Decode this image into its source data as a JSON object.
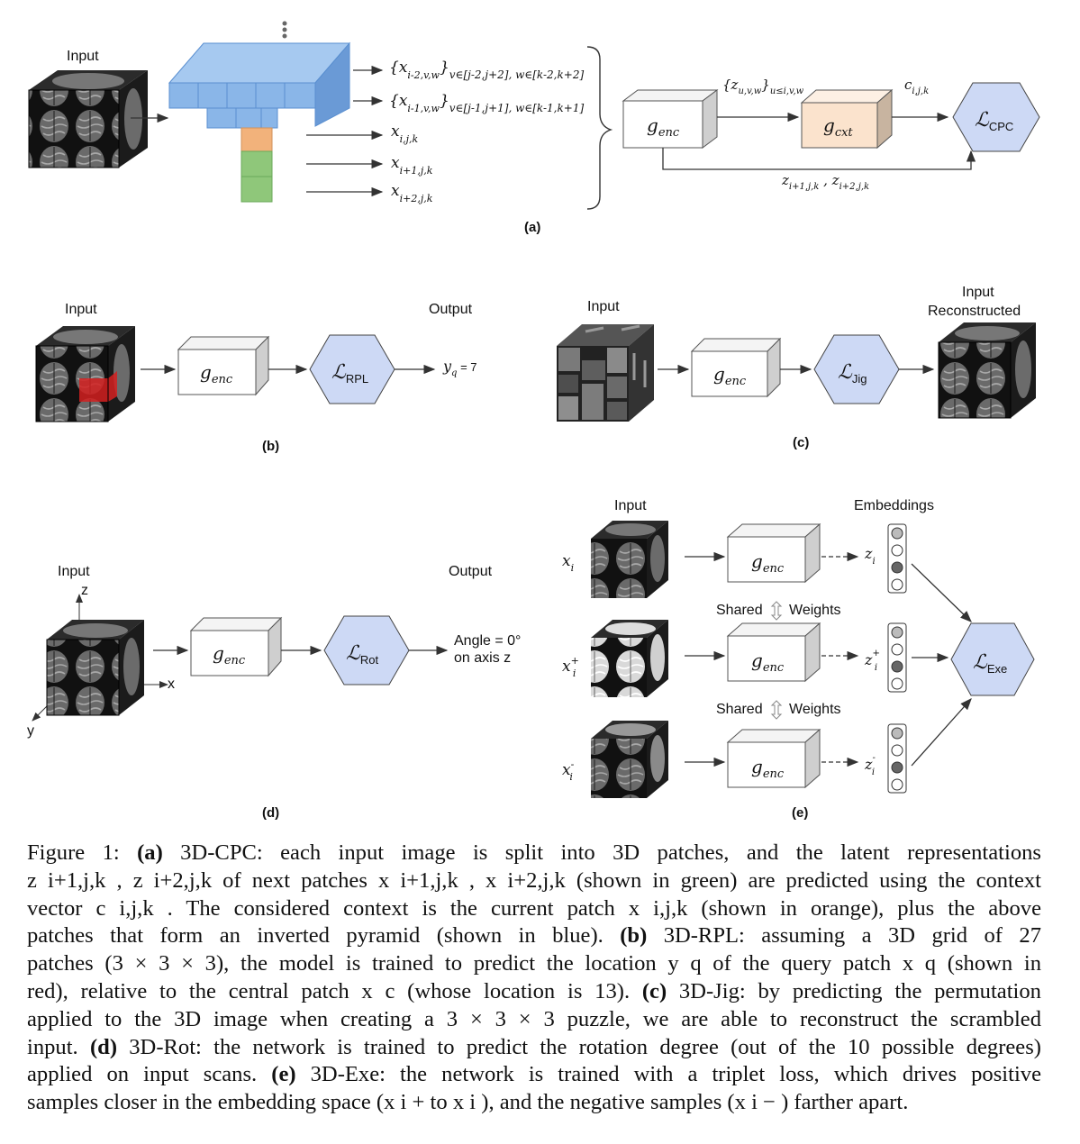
{
  "colors": {
    "blue": "#8ab6e8",
    "orange": "#f2b27b",
    "green": "#8fc77a",
    "hex_fill": "#cdd9f5",
    "cxt_fill": "#fbe3cd",
    "red": "#d42020"
  },
  "panel_a": {
    "input_label": "Input",
    "x1": "{x",
    "x1_sub": "i-2,v,w",
    "x1_cond": "v∈[j-2,j+2], w∈[k-2,k+2]",
    "x2": "{x",
    "x2_sub": "i-1,v,w",
    "x2_cond": "v∈[j-1,j+1], w∈[k-1,k+1]",
    "x3": "x",
    "x3_sub": "i,j,k",
    "x4": "x",
    "x4_sub": "i+1,j,k",
    "x5": "x",
    "x5_sub": "i+2,j,k",
    "genc": "g",
    "genc_sub": "enc",
    "gcxt": "g",
    "gcxt_sub": "cxt",
    "z_label": "{z",
    "z_sub": "u,v,w",
    "z_cond": "u≤i,v,w",
    "c_label": "c",
    "c_sub": "i,j,k",
    "loss": "ℒ",
    "loss_sub": "CPC",
    "zpred": "z",
    "zpred_sub1": "i+1,j,k",
    "zpred_sep": " , z",
    "zpred_sub2": "i+2,j,k",
    "caption": "(a)"
  },
  "panel_b": {
    "input_label": "Input",
    "output_label": "Output",
    "genc": "g",
    "genc_sub": "enc",
    "loss": "ℒ",
    "loss_sub": "RPL",
    "y_label": "y",
    "y_sub": "q",
    "y_val": " = 7",
    "caption": "(b)"
  },
  "panel_c": {
    "input_label": "Input",
    "recon_line1": "Input",
    "recon_line2": "Reconstructed",
    "genc": "g",
    "genc_sub": "enc",
    "loss": "ℒ",
    "loss_sub": "Jig",
    "caption": "(c)"
  },
  "panel_d": {
    "input_label": "Input",
    "output_label": "Output",
    "axis_z": "z",
    "axis_x": "x",
    "axis_y": "y",
    "genc": "g",
    "genc_sub": "enc",
    "loss": "ℒ",
    "loss_sub": "Rot",
    "out_line1": "Angle = 0°",
    "out_line2": "on axis z",
    "caption": "(d)"
  },
  "panel_e": {
    "input_label": "Input",
    "embeddings_label": "Embeddings",
    "xi": "x",
    "xi_sub": "i",
    "xip_sup": "+",
    "xin_sup": "-",
    "genc": "g",
    "genc_sub": "enc",
    "shared_left": "Shared",
    "shared_right": "Weights",
    "zi": "z",
    "zi_sub": "i",
    "loss": "ℒ",
    "loss_sub": "Exe",
    "caption": "(e)"
  },
  "caption_text": {
    "l1_a": "Figure 1: ",
    "l1_b": "(a)",
    "l1_c": " 3D-CPC: each input image is split into 3D patches, and the latent representations",
    "l2": "z i+1,j,k , z i+2,j,k of next patches x i+1,j,k , x i+2,j,k (shown in green) are predicted using the context",
    "l3": "vector c i,j,k . The considered context is the current patch x i,j,k (shown in orange), plus the above",
    "l4_a": "patches that form an inverted pyramid (shown in blue). ",
    "l4_b": "(b)",
    "l4_c": " 3D-RPL: assuming a 3D grid of 27",
    "l5": "patches (3 × 3 × 3), the model is trained to predict the location y q of the query patch x q (shown in",
    "l6_a": "red), relative to the central patch x c (whose location is 13). ",
    "l6_b": "(c)",
    "l6_c": " 3D-Jig: by predicting the permutation",
    "l7": "applied to the 3D image when creating a 3 × 3 × 3 puzzle, we are able to reconstruct the scrambled",
    "l8_a": "input. ",
    "l8_b": "(d)",
    "l8_c": " 3D-Rot: the network is trained to predict the rotation degree (out of the 10 possible degrees)",
    "l9_a": "applied on input scans. ",
    "l9_b": "(e)",
    "l9_c": " 3D-Exe: the network is trained with a triplet loss, which drives positive",
    "l10": "samples closer in the embedding space (x i + to x i ), and the negative samples (x i − ) farther apart."
  }
}
